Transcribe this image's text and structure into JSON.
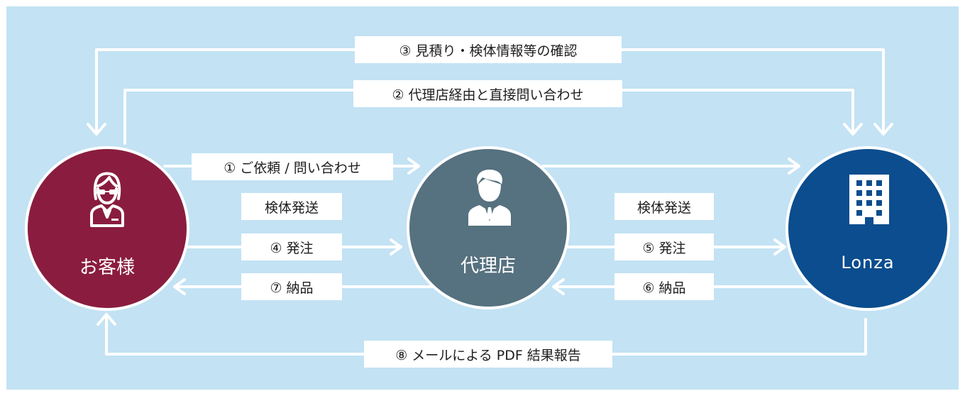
{
  "colors": {
    "background": "#c3e2f4",
    "customer": "#8a1d3f",
    "agent": "#56717f",
    "lonza": "#0b4d8e",
    "arrow": "#ffffff",
    "label_bg": "#ffffff"
  },
  "nodes": {
    "customer": {
      "label": "お客様",
      "icon": "customer-person-icon"
    },
    "agent": {
      "label": "代理店",
      "icon": "agent-person-icon"
    },
    "lonza": {
      "label": "Lonza",
      "icon": "building-icon"
    }
  },
  "steps": {
    "step3": "③ 見積り・検体情報等の確認",
    "step2": "② 代理店経由と直接問い合わせ",
    "step1": "① ご依頼 / 問い合わせ",
    "sample_shipping_left": "検体発送",
    "step4": "④ 発注",
    "step7": "⑦ 納品",
    "sample_shipping_right": "検体発送",
    "step5": "⑤ 発注",
    "step6": "⑥ 納品",
    "step8": "⑧ メールによる PDF 結果報告"
  }
}
